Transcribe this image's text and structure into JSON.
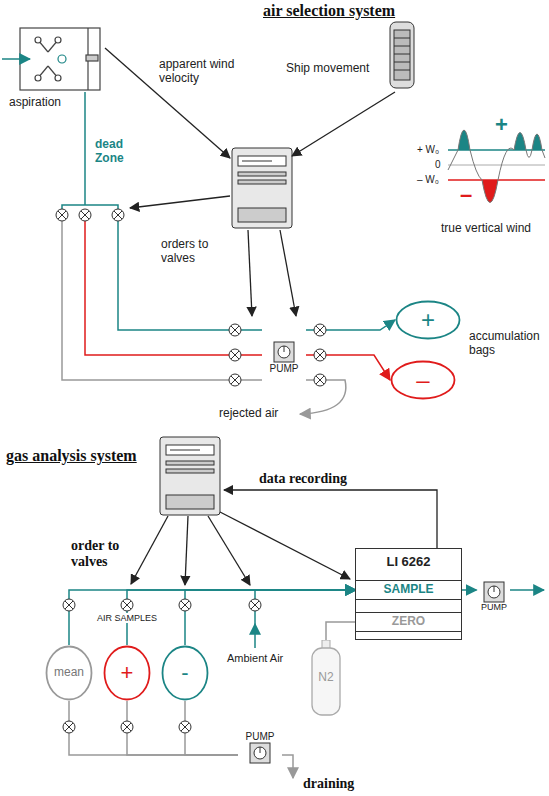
{
  "diagram": {
    "title": "air selection system",
    "nodes": [
      {
        "text": [
          "PUMP"
        ]
      },
      {
        "text": [
          "+"
        ]
      },
      {
        "text": [
          "–"
        ]
      },
      {
        "text": [
          "LI 6262"
        ]
      },
      {
        "text": [
          "SAMPLE"
        ],
        "in": 3
      },
      {
        "text": [
          "ZERO"
        ],
        "in": 3
      },
      {
        "text": [
          "PUMP"
        ]
      },
      {
        "text": [
          "N2"
        ]
      },
      {
        "text": [
          "mean"
        ]
      },
      {
        "text": [
          "+"
        ]
      },
      {
        "text": [
          "-"
        ]
      },
      {
        "text": [
          "PUMP"
        ]
      }
    ],
    "edges": [
      {
        "from": 0,
        "to": 1,
        "arrow": "to"
      },
      {
        "from": 0,
        "to": 2,
        "arrow": "to"
      },
      {
        "from": 8,
        "to": 4,
        "arrow": "to"
      },
      {
        "from": 9,
        "to": 4,
        "arrow": "to"
      },
      {
        "from": 10,
        "to": 4,
        "arrow": "to"
      },
      {
        "from": 4,
        "to": 6,
        "arrow": "to"
      },
      {
        "from": 7,
        "to": 5,
        "arrow": "none"
      },
      {
        "from": 8,
        "to": 11,
        "arrow": "none"
      },
      {
        "from": 9,
        "to": 11,
        "arrow": "none"
      },
      {
        "from": 10,
        "to": 11,
        "arrow": "none"
      }
    ],
    "labels": [
      "aspiration",
      "apparent wind velocity",
      "Ship movement",
      "dead Zone",
      "+ W₀",
      "0",
      "– W₀",
      "+",
      "–",
      "true vertical wind",
      "orders to valves",
      "accumulation bags",
      "rejected air",
      "gas analysis system",
      "data recording",
      "order to valves",
      "AIR SAMPLES",
      "Ambient Air",
      "draining"
    ]
  }
}
